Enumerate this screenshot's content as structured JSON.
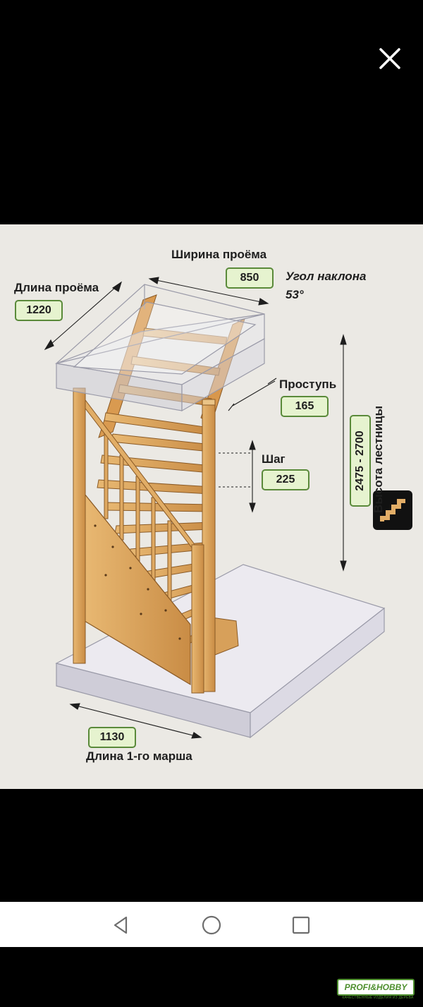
{
  "viewer": {
    "close_icon": "close-icon"
  },
  "diagram": {
    "opening_width_label": "Ширина проёма",
    "opening_width_value": "850",
    "opening_length_label": "Длина проёма",
    "opening_length_value": "1220",
    "angle_label": "Угол наклона",
    "angle_value": "53°",
    "tread_label": "Проступь",
    "tread_value": "165",
    "step_label": "Шаг",
    "step_value": "225",
    "height_label": "Высота лестницы",
    "height_value": "2475 - 2700",
    "flight_value": "1130",
    "flight_label": "Длина 1-го марша",
    "logo_brand": "PROFI&HOBBY",
    "logo_tagline": "КАЧЕСТВЕННЫЕ ИЗДЕЛИЯ ИЗ ДЕРЕВА",
    "colors": {
      "wood": "#dca45c",
      "wood_dark": "#b57a35",
      "box": "#5a8a3a",
      "box_fill": "#e6f3cf"
    }
  },
  "navigation": {
    "back": "back-icon",
    "home": "home-icon",
    "recents": "recents-icon"
  }
}
